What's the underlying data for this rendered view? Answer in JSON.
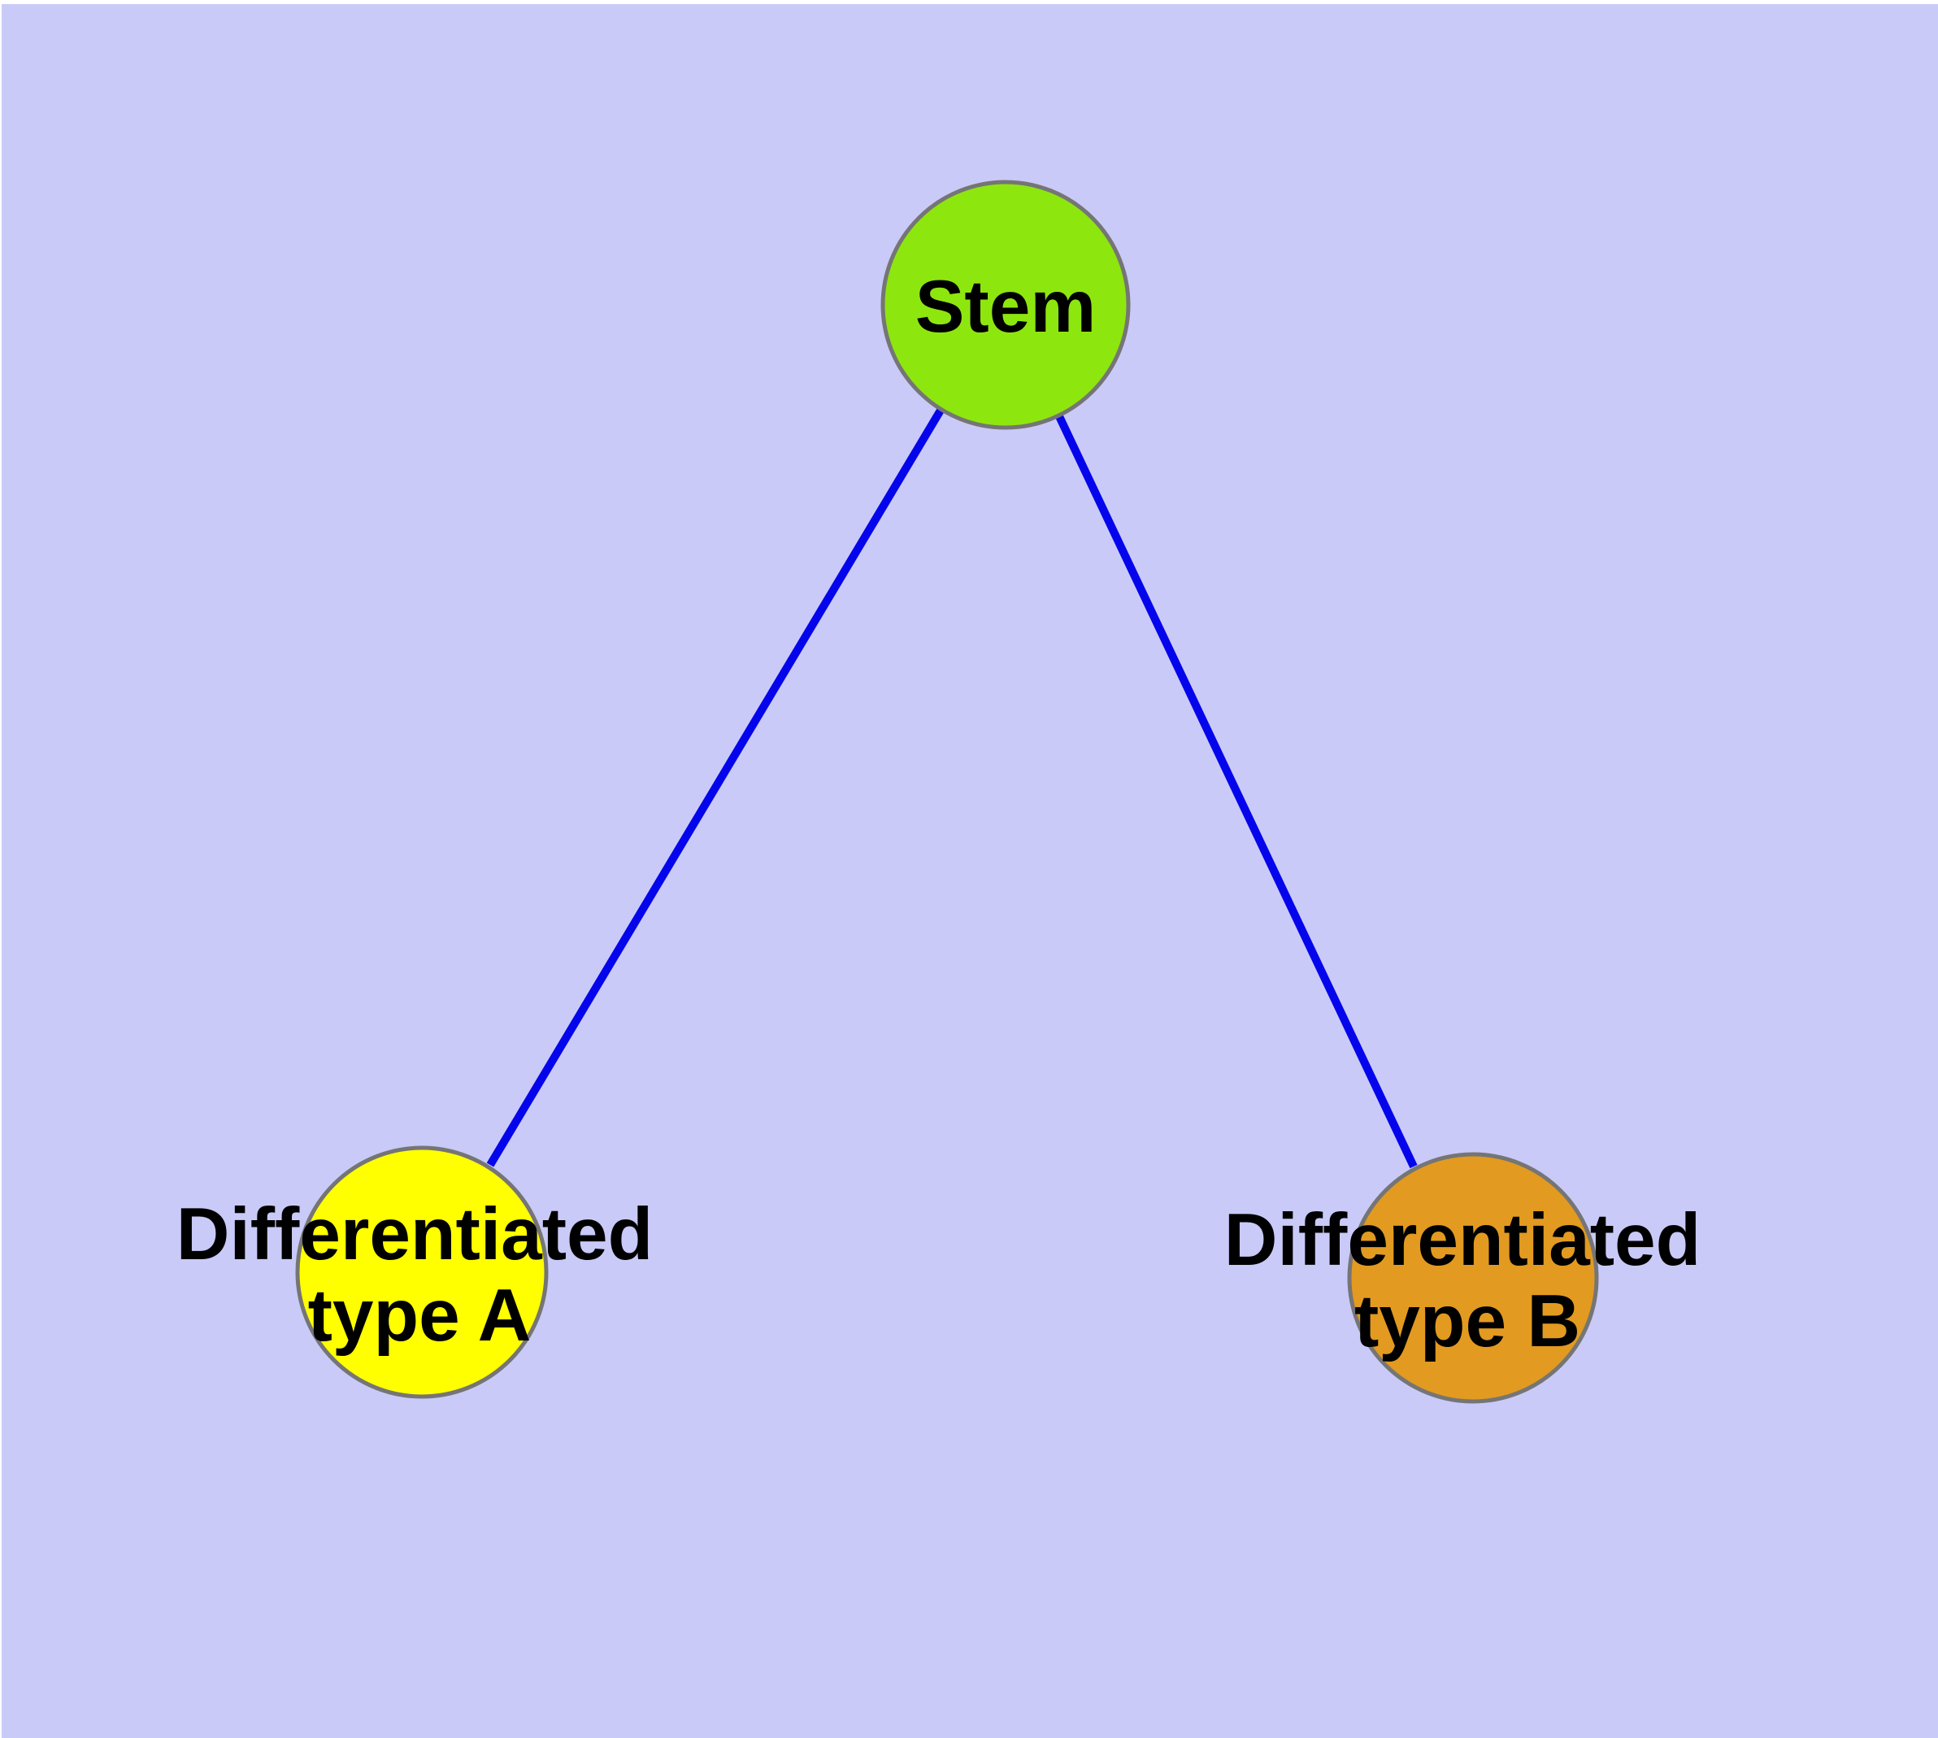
{
  "canvas": {
    "background": "#CACAF8",
    "frame": "#FFFFFF"
  },
  "graph": {
    "nodes": [
      {
        "id": "stem",
        "label_lines": [
          "Stem"
        ],
        "fill": "#8EE60F",
        "stroke": "#757575",
        "text_color": "#000000"
      },
      {
        "id": "differentiated-type-a",
        "label_lines": [
          "Differentiated",
          "type A"
        ],
        "fill": "#FFFF00",
        "stroke": "#757575",
        "text_color": "#000000"
      },
      {
        "id": "differentiated-type-b",
        "label_lines": [
          "Differentiated",
          "type B"
        ],
        "fill": "#E29A20",
        "stroke": "#757575",
        "text_color": "#000000"
      }
    ],
    "edges": [
      {
        "from": "stem",
        "to": "differentiated-type-a",
        "color": "#0505EC"
      },
      {
        "from": "stem",
        "to": "differentiated-type-b",
        "color": "#0505EC"
      }
    ]
  }
}
